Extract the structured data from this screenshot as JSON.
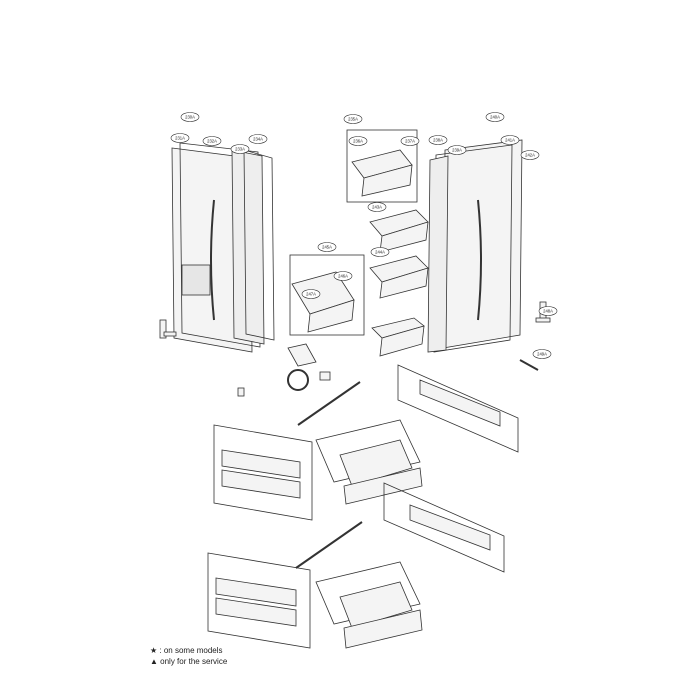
{
  "labels": [
    "230A",
    "231A",
    "232A",
    "233A",
    "234A",
    "235A",
    "236A",
    "237A",
    "238A",
    "239A",
    "240A",
    "241A",
    "242A",
    "243A",
    "244A",
    "245A",
    "246A",
    "247A",
    "248A",
    "249A"
  ],
  "legend": {
    "note_1": "★ : on some models",
    "note_2": "▲ only for the service"
  },
  "colors": {
    "line": "#333333",
    "fill": "#f4f4f4",
    "bubble": "#ffffff"
  }
}
